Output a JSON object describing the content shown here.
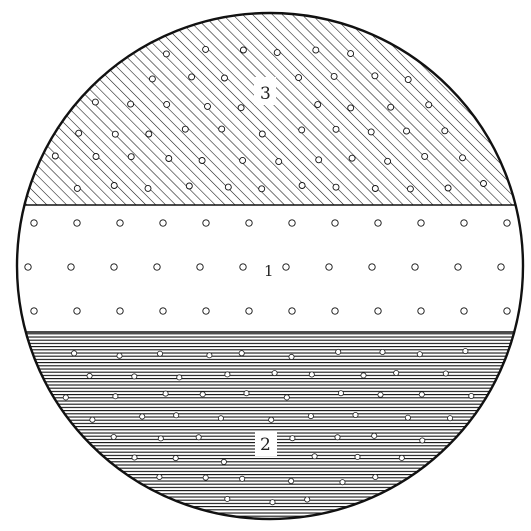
{
  "figure": {
    "layers": [
      {
        "id": "upper",
        "label": "3",
        "fill": "diagonal-hatching"
      },
      {
        "id": "middle",
        "label": "1",
        "fill": "blank"
      },
      {
        "id": "lower",
        "label": "2",
        "fill": "horizontal-hatching"
      }
    ],
    "colors": {
      "ink": "#111111",
      "paper": "#ffffff"
    }
  }
}
